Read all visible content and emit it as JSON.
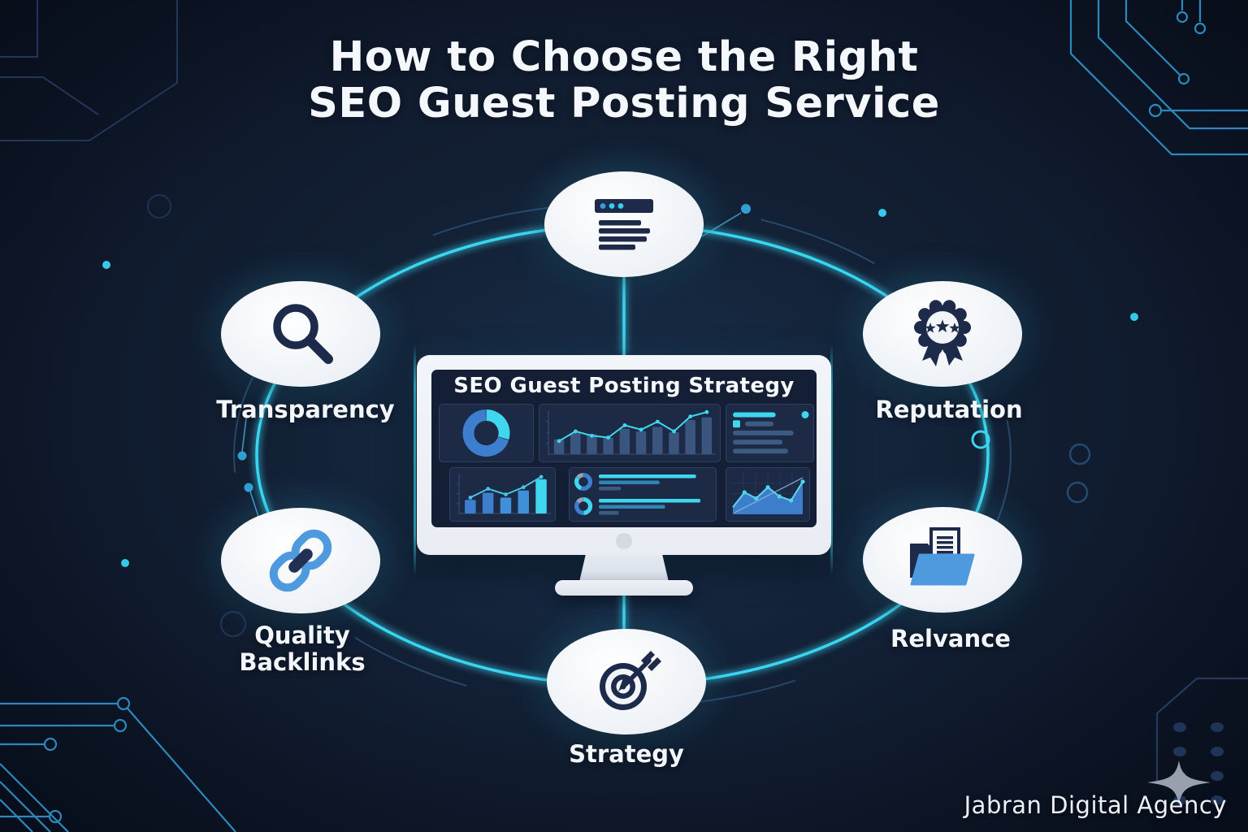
{
  "title": {
    "line1": "How to Choose the Right",
    "line2": "SEO Guest Posting Service"
  },
  "footer": {
    "brand": "Jabran Digital Agency"
  },
  "nodes": {
    "top": {
      "icon": "browser-window-icon"
    },
    "transparency": {
      "label": "Transparency",
      "icon": "search-icon"
    },
    "reputation": {
      "label": "Reputation",
      "icon": "award-badge-icon"
    },
    "quality_backlinks": {
      "label": "Quality\nBacklinks",
      "icon": "chain-link-icon"
    },
    "relevance": {
      "label": "Relvance",
      "icon": "folder-icon"
    },
    "strategy": {
      "label": "Strategy",
      "icon": "target-icon"
    }
  },
  "monitor": {
    "dashboard": {
      "title": "SEO Guest Posting Strategy",
      "traffic_donut": {
        "type": "donut",
        "slices": [
          {
            "pct": 30,
            "color": "#41d6f0"
          },
          {
            "pct": 70,
            "color": "#3d7ecf"
          }
        ]
      },
      "trend_chart": {
        "type": "bar-line",
        "bars": [
          34,
          48,
          46,
          38,
          58,
          52,
          62,
          50,
          78,
          84
        ],
        "line": [
          30,
          52,
          42,
          38,
          66,
          56,
          74,
          52,
          86,
          96
        ]
      },
      "summary_lines": {
        "type": "text-lines",
        "rows": [
          {
            "width": 62,
            "color": "cyan",
            "end_dot": true
          },
          {
            "width": 50,
            "color": "dim",
            "lead_square": true
          },
          {
            "width": 88,
            "color": "dim"
          },
          {
            "width": 72,
            "color": "dim"
          },
          {
            "width": 80,
            "color": "dim"
          }
        ]
      },
      "growth_chart": {
        "type": "bar-line",
        "bars": [
          34,
          52,
          40,
          58,
          86
        ],
        "bar_colors": [
          "#3d7ecf",
          "#3d7ecf",
          "#3f8fd9",
          "#3f8fd9",
          "#41d6f0"
        ],
        "line": [
          40,
          62,
          48,
          66,
          92
        ]
      },
      "kpi_list": {
        "type": "donut-list",
        "items": [
          {
            "slices": [
              {
                "pct": 55,
                "color": "#3d7ecf"
              },
              {
                "pct": 30,
                "color": "#41d6f0"
              },
              {
                "pct": 15,
                "color": "#98a3b4"
              }
            ],
            "lines": [
              {
                "width": 88,
                "color": "cyan"
              },
              {
                "width": 55,
                "color": "mid"
              },
              {
                "width": 20,
                "color": "dim"
              }
            ]
          },
          {
            "slices": [
              {
                "pct": 50,
                "color": "#41d6f0"
              },
              {
                "pct": 35,
                "color": "#3d7ecf"
              },
              {
                "pct": 15,
                "color": "#98a3b4"
              }
            ],
            "lines": [
              {
                "width": 92,
                "color": "cyan"
              },
              {
                "width": 60,
                "color": "mid"
              },
              {
                "width": 18,
                "color": "dim"
              }
            ]
          }
        ]
      },
      "area_chart": {
        "type": "area",
        "points": [
          18,
          55,
          40,
          68,
          45,
          35,
          82
        ]
      }
    }
  },
  "colors": {
    "accent_cyan": "#3ad5f1",
    "accent_blue": "#3d7ecf",
    "icon_navy": "#1d2a49",
    "icon_blue": "#4f9ade",
    "node_fill": "#f2f5f8",
    "background": "#101b2e"
  }
}
